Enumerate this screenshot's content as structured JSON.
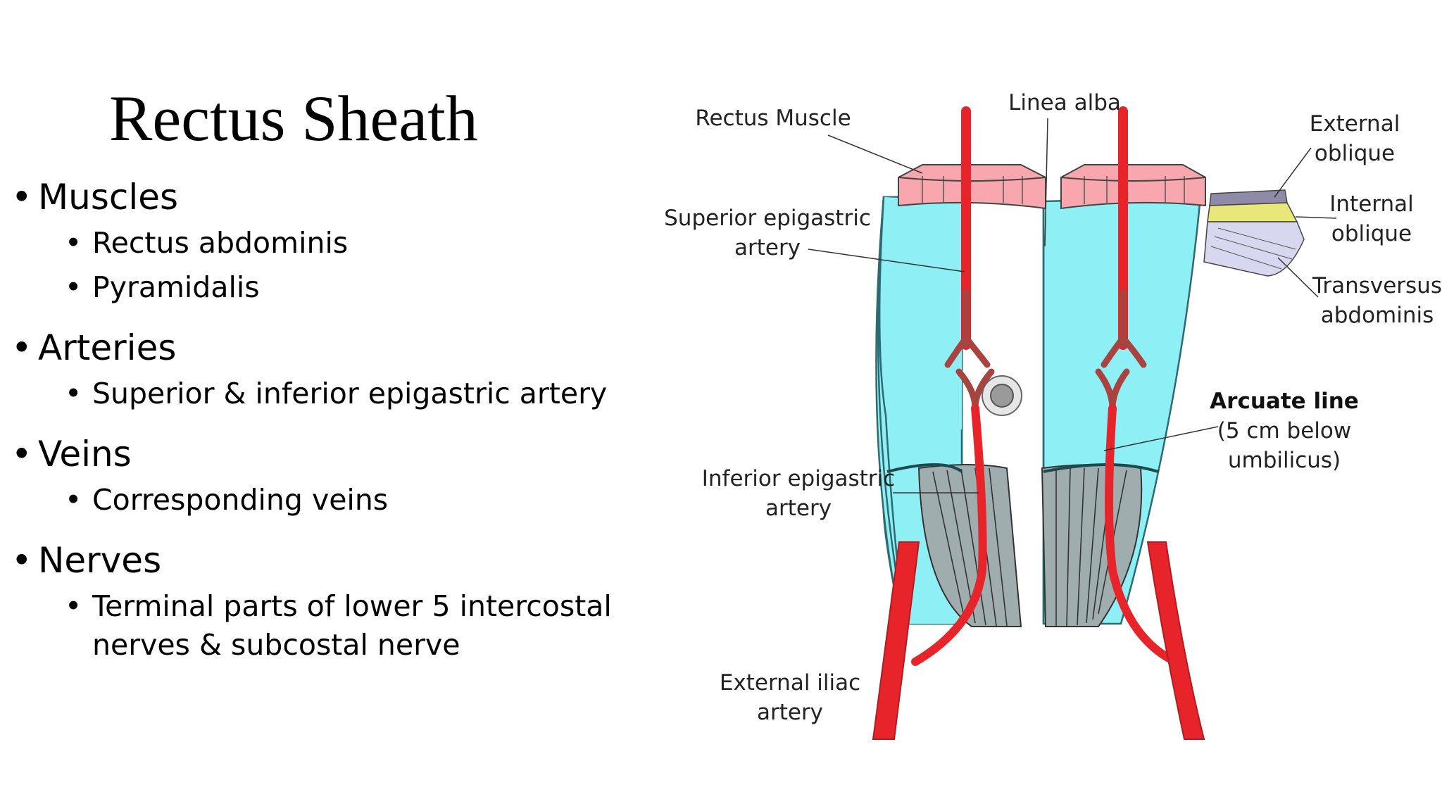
{
  "slide": {
    "title": "Rectus Sheath",
    "sections": [
      {
        "heading": "Muscles",
        "items": [
          "Rectus abdominis",
          "Pyramidalis"
        ]
      },
      {
        "heading": "Arteries",
        "items": [
          "Superior & inferior epigastric artery"
        ]
      },
      {
        "heading": "Veins",
        "items": [
          "Corresponding veins"
        ]
      },
      {
        "heading": "Nerves",
        "items": [
          "Terminal parts of lower 5 intercostal nerves & subcostal nerve"
        ]
      }
    ]
  },
  "diagram": {
    "labels": {
      "rectus_muscle": "Rectus Muscle",
      "linea_alba": "Linea alba",
      "external_oblique": [
        "External",
        "oblique"
      ],
      "internal_oblique": [
        "Internal",
        "oblique"
      ],
      "transversus_abdominis": [
        "Transversus",
        "abdominis"
      ],
      "superior_epigastric_artery": [
        "Superior epigastric",
        "artery"
      ],
      "arcuate_line": "Arcuate line",
      "arcuate_line_note": [
        "(5 cm below",
        "umbilicus)"
      ],
      "inferior_epigastric_artery": [
        "Inferior epigastric",
        "artery"
      ],
      "external_iliac_artery": [
        "External iliac",
        "artery"
      ]
    },
    "colors": {
      "sheath": "#8ef0f4",
      "muscle_top": "#f7a7ad",
      "artery": "#e8242b",
      "artery_dark": "#a8433f",
      "lower_muscle": "#9fadae",
      "external_oblique": "#8f8aa8",
      "internal_oblique": "#e8e87a",
      "transversus": "#d7d8f0"
    }
  }
}
